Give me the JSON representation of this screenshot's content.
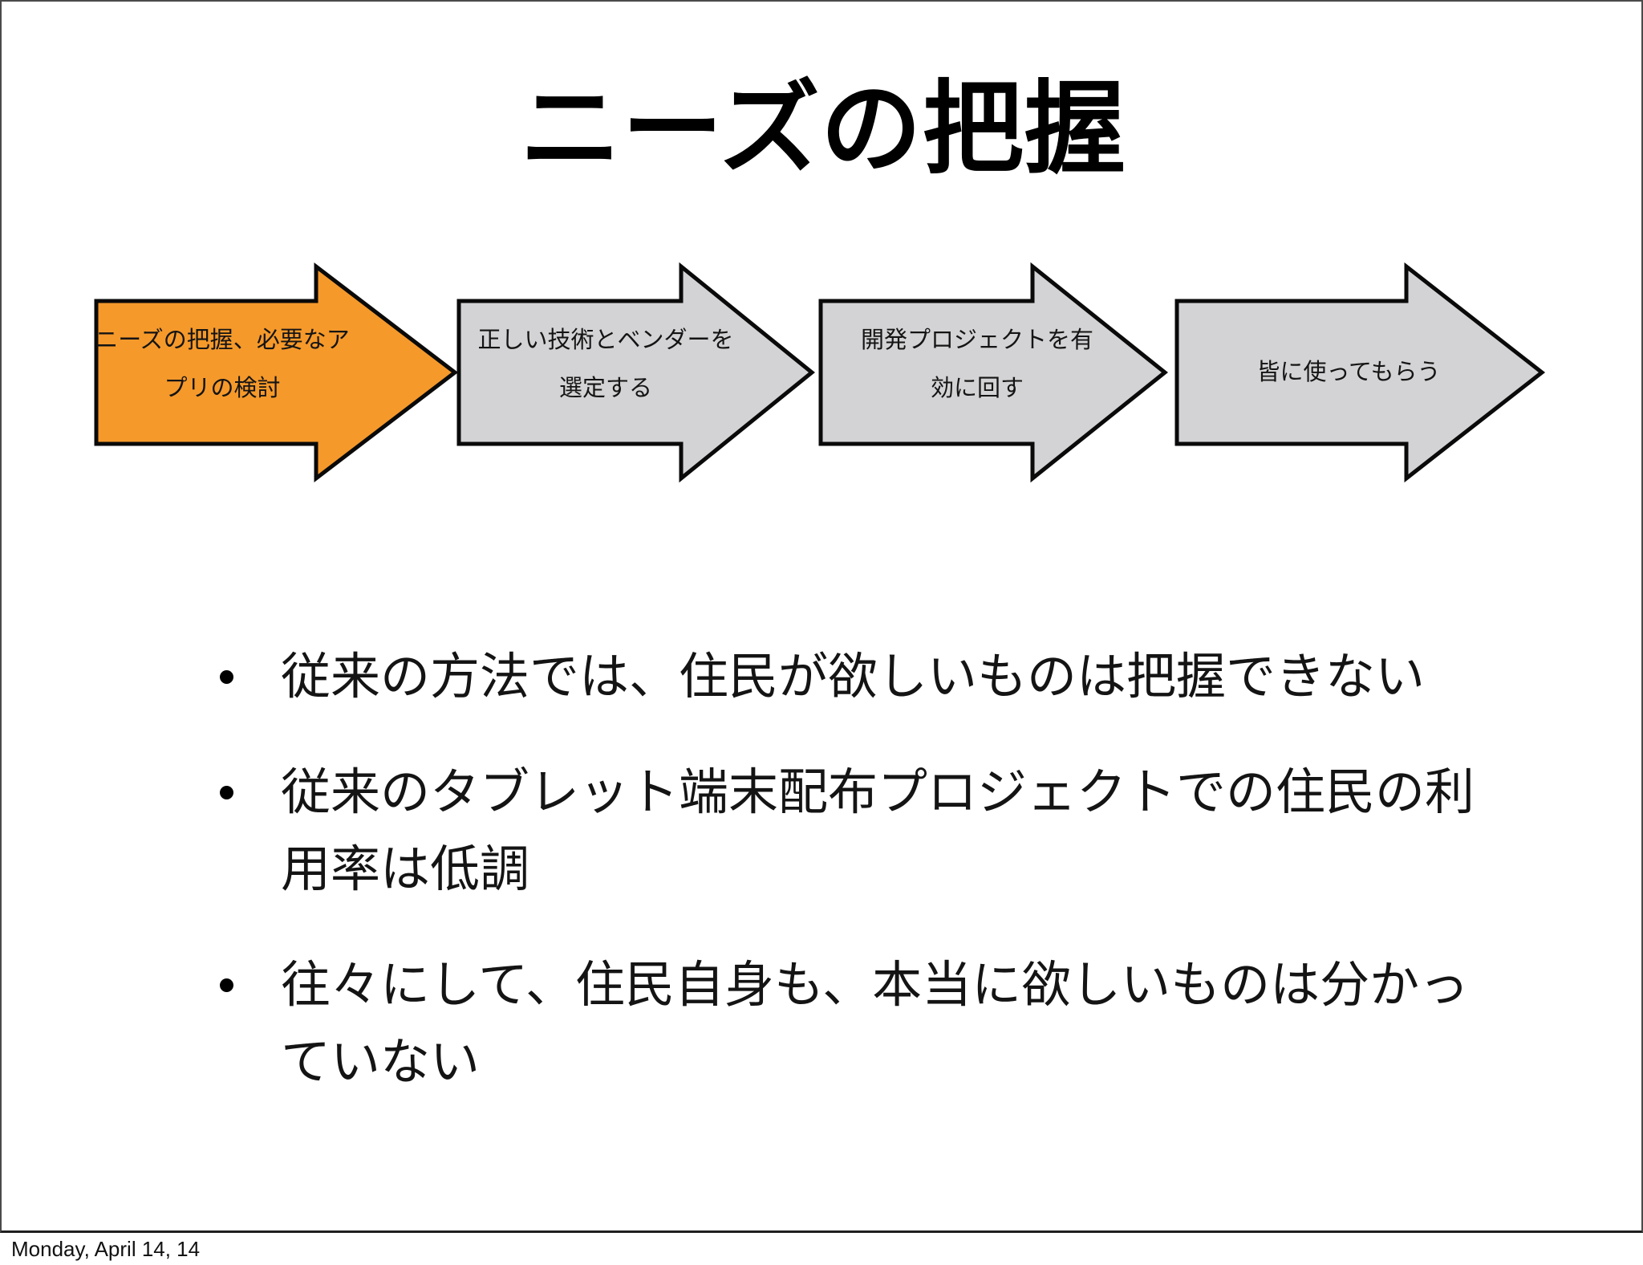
{
  "slide": {
    "title": "ニーズの把握",
    "footer": "Monday, April 14, 14"
  },
  "colors": {
    "highlight_arrow_fill": "#F5992B",
    "inactive_arrow_fill": "#D3D3D5",
    "arrow_border": "#0A0A0A",
    "text": "#141414"
  },
  "process_arrows": [
    {
      "step": 1,
      "highlighted": true,
      "fill": "#F5992B",
      "lines": [
        "ニーズの把握、必要なア",
        "プリの検討"
      ]
    },
    {
      "step": 2,
      "highlighted": false,
      "fill": "#D3D3D5",
      "lines": [
        "正しい技術とベンダーを",
        "選定する"
      ]
    },
    {
      "step": 3,
      "highlighted": false,
      "fill": "#D3D3D5",
      "lines": [
        "開発プロジェクトを有",
        "効に回す"
      ]
    },
    {
      "step": 4,
      "highlighted": false,
      "fill": "#D3D3D5",
      "lines": [
        "皆に使ってもらう"
      ]
    }
  ],
  "bullets": [
    {
      "lines": [
        "従来の方法では、住民が欲しいものは把握できない"
      ]
    },
    {
      "lines": [
        "従来のタブレット端末配布プロジェクトでの住民の利",
        "用率は低調"
      ]
    },
    {
      "lines": [
        "往々にして、住民自身も、本当に欲しいものは分かっ",
        "ていない"
      ]
    }
  ]
}
